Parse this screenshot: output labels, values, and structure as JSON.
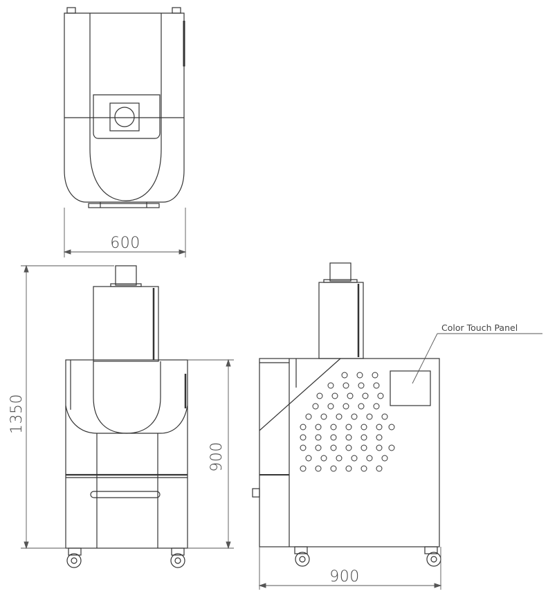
{
  "views": {
    "top": {
      "width_label": "600"
    },
    "front": {
      "height_label": "1350",
      "body_height_label": "900"
    },
    "side": {
      "depth_label": "900",
      "callout_label": "Color Touch Panel"
    }
  },
  "colors": {
    "line": "#333333",
    "thin": "#555555",
    "text": "#444444",
    "paper": "#ffffff"
  }
}
